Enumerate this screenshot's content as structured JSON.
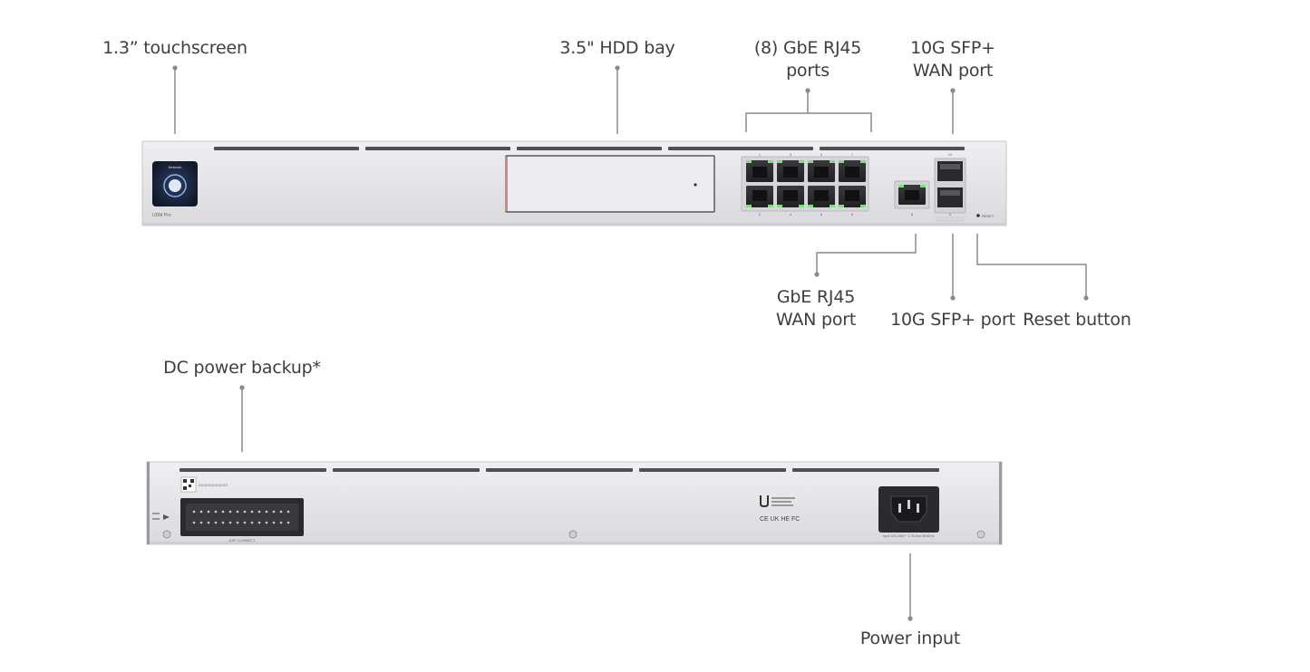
{
  "labels": {
    "touchscreen": "1.3ˮ touchscreen",
    "hdd_bay": "3.5\" HDD bay",
    "rj45_ports_line1": "(8) GbE RJ45",
    "rj45_ports_line2": "ports",
    "sfp_wan_line1": "10G SFP+",
    "sfp_wan_line2": "WAN port",
    "gbe_wan_line1": "GbE RJ45",
    "gbe_wan_line2": "WAN port",
    "sfp_port": "10G SFP+ port",
    "reset_button": "Reset button",
    "dc_power_backup": "DC power backup*",
    "power_input": "Power input"
  },
  "device": {
    "screen_text": "Network",
    "model_label": "UDM Pro",
    "port_numbers_top": [
      "1",
      "3",
      "5",
      "7"
    ],
    "port_numbers_bottom": [
      "2",
      "4",
      "6",
      "8"
    ],
    "wan_rj45_number": "8",
    "sfp_top_number": "10",
    "sfp_bottom_number": "9",
    "reset_text": "RESET",
    "usp_connect_text": "USP CONNECT",
    "rear_power_text": "Input 100-240V~ 1.7A Max 50/60Hz",
    "rear_serial_text": "XXXXXXXXXXXX",
    "rear_cert_text": "CE UK HE FC"
  },
  "colors": {
    "chassis": "#e6e6e8",
    "chassis_edge": "#c9c9cc",
    "vent": "#5a5a5e",
    "callout_line": "#8a8a8a",
    "port_led": "#7be07b",
    "screen_bg": "#1d2940"
  }
}
